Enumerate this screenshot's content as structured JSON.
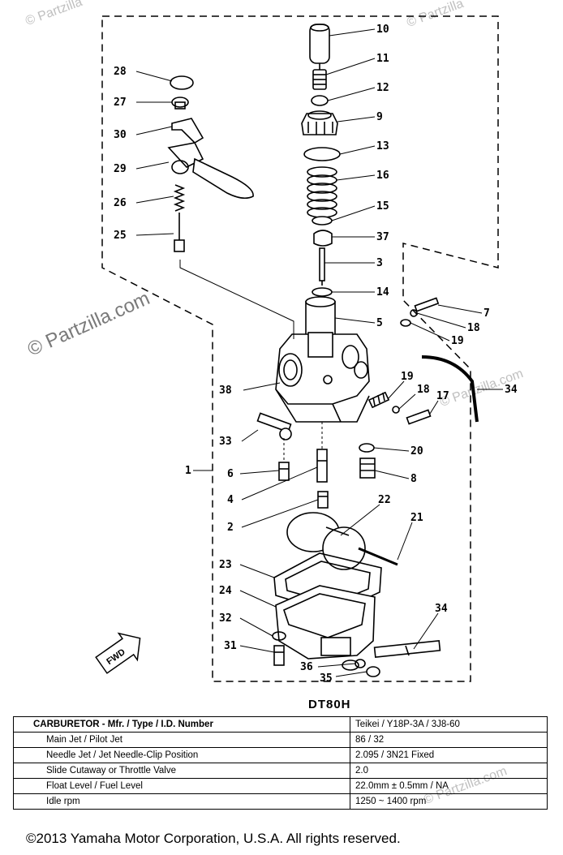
{
  "watermarks": {
    "main": "© Partzilla.com",
    "top_left": "© Partzilla",
    "top_right": "© Partzilla",
    "mid_right": "© Partzilla.com",
    "table": "© Partzilla.com"
  },
  "callouts": {
    "c10": "10",
    "c11": "11",
    "c12": "12",
    "c9": "9",
    "c13": "13",
    "c16": "16",
    "c15": "15",
    "c37": "37",
    "c3": "3",
    "c14": "14",
    "c5": "5",
    "c7": "7",
    "c18a": "18",
    "c19a": "19",
    "c19b": "19",
    "c18b": "18",
    "c17": "17",
    "c34a": "34",
    "c20": "20",
    "c8": "8",
    "c28": "28",
    "c27": "27",
    "c30": "30",
    "c29": "29",
    "c26": "26",
    "c25": "25",
    "c38": "38",
    "c33": "33",
    "c1": "1",
    "c6": "6",
    "c4": "4",
    "c2": "2",
    "c22": "22",
    "c21": "21",
    "c23": "23",
    "c24": "24",
    "c32": "32",
    "c31": "31",
    "c34b": "34",
    "c36": "36",
    "c35": "35"
  },
  "fwd_label": "FWD",
  "spec": {
    "model": "DT80H",
    "rows": [
      {
        "label": "CARBURETOR - Mfr. / Type / I.D. Number",
        "value": "Teikei / Y18P-3A / 3J8-60"
      },
      {
        "label": "Main Jet / Pilot Jet",
        "value": "86 / 32"
      },
      {
        "label": "Needle Jet / Jet Needle-Clip Position",
        "value": "2.095 / 3N21   Fixed"
      },
      {
        "label": "Slide Cutaway or Throttle Valve",
        "value": "2.0"
      },
      {
        "label": "Float Level / Fuel Level",
        "value": "22.0mm ± 0.5mm / NA"
      },
      {
        "label": "Idle rpm",
        "value": "1250 ~ 1400 rpm"
      }
    ]
  },
  "copyright": "©2013 Yamaha Motor Corporation, U.S.A. All rights reserved."
}
